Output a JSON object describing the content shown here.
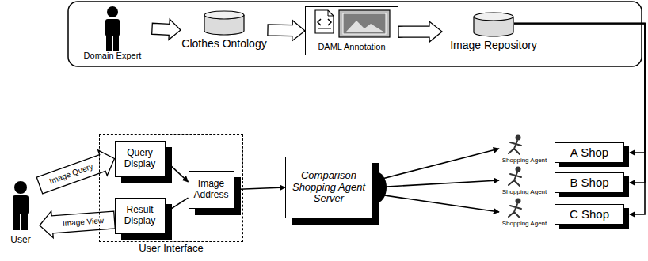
{
  "diagram": {
    "nodes": [
      {
        "text": [
          "Domain Expert"
        ]
      },
      {
        "text": [
          "Clothes Ontology"
        ]
      },
      {
        "text": [
          "DAML Annotation"
        ]
      },
      {
        "text": [
          "Image Repository"
        ]
      },
      {
        "text": [
          "User"
        ]
      },
      {
        "text": [
          "User Interface"
        ]
      },
      {
        "text": [
          "Query Display"
        ],
        "in": 5
      },
      {
        "text": [
          "Image Address"
        ],
        "in": 5
      },
      {
        "text": [
          "Result Display"
        ],
        "in": 5
      },
      {
        "text": [
          "Comparison Shopping Agent Server"
        ]
      },
      {
        "text": [
          "Shopping Agent"
        ]
      },
      {
        "text": [
          "A Shop"
        ]
      },
      {
        "text": [
          "Shopping Agent"
        ]
      },
      {
        "text": [
          "B Shop"
        ]
      },
      {
        "text": [
          "Shopping Agent"
        ]
      },
      {
        "text": [
          "C Shop"
        ]
      }
    ],
    "edges": [
      {
        "from": 0,
        "to": 1,
        "arrow": "to"
      },
      {
        "from": 1,
        "to": 2,
        "arrow": "to"
      },
      {
        "from": 2,
        "to": 3,
        "arrow": "to"
      },
      {
        "from": 4,
        "to": 6,
        "arrow": "to",
        "label": "Image Query"
      },
      {
        "from": 8,
        "to": 4,
        "arrow": "to",
        "label": "Image View"
      },
      {
        "from": 6,
        "to": 7,
        "arrow": "to"
      },
      {
        "from": 7,
        "to": 8,
        "arrow": "to"
      },
      {
        "from": 7,
        "to": 9,
        "arrow": "both"
      },
      {
        "from": 9,
        "to": 10,
        "arrow": "to"
      },
      {
        "from": 9,
        "to": 12,
        "arrow": "to"
      },
      {
        "from": 9,
        "to": 14,
        "arrow": "to"
      },
      {
        "from": 3,
        "to": 11,
        "arrow": "to"
      },
      {
        "from": 3,
        "to": 13,
        "arrow": "to"
      },
      {
        "from": 3,
        "to": 15,
        "arrow": "to"
      }
    ]
  }
}
